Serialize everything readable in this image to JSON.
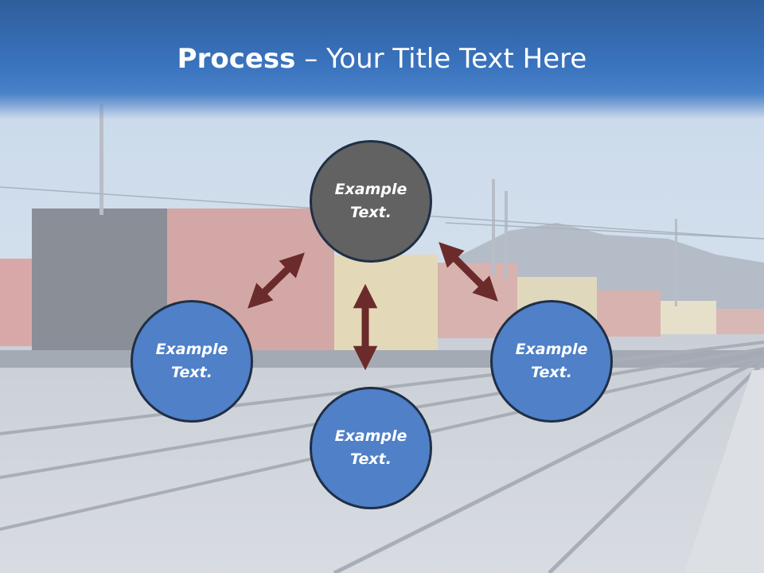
{
  "title": {
    "bold": "Process",
    "separator": " – ",
    "rest": "Your Title Text Here"
  },
  "nodes": [
    {
      "id": "top",
      "text": "Example Text."
    },
    {
      "id": "left",
      "text": "Example Text."
    },
    {
      "id": "bottom",
      "text": "Example Text."
    },
    {
      "id": "right",
      "text": "Example Text."
    }
  ],
  "colors": {
    "title_bar": "#3a73be",
    "center_node": "#626262",
    "outer_node": "#4f80c8",
    "arrow": "#6b2b2b"
  }
}
